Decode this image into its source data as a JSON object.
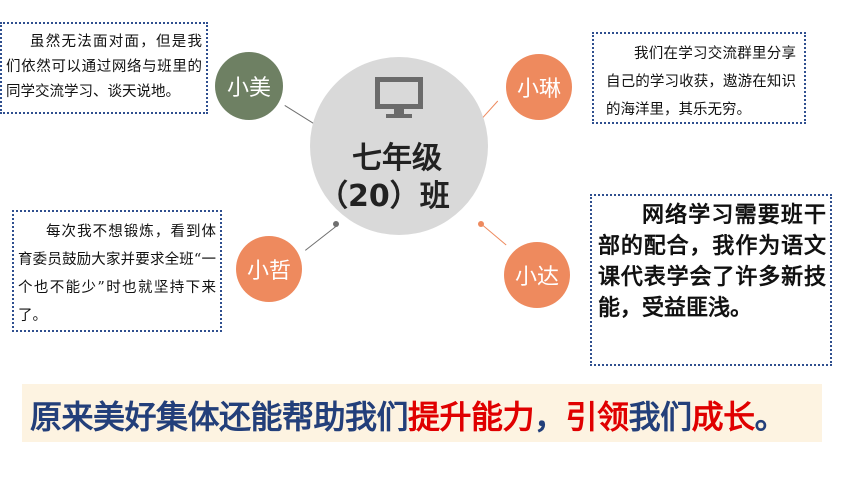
{
  "center": {
    "line1": "七年级",
    "line2": "（20）班",
    "icon": "monitor-icon"
  },
  "students": {
    "xiaomei": {
      "name": "小美",
      "color": "#6e8063",
      "text": "虽然无法面对面，但是我们依然可以通过网络与班里的同学交流学习、谈天说地。"
    },
    "xiaolin": {
      "name": "小琳",
      "color": "#ee8a5e",
      "text": "我们在学习交流群里分享自己的学习收获，遨游在知识的海洋里，其乐无穷。"
    },
    "xiaozhe": {
      "name": "小哲",
      "color": "#ee8a5e",
      "text": "每次我不想锻炼，看到体育委员鼓励大家并要求全班“一个也不能少”时也就坚持下来了。"
    },
    "xiaoda": {
      "name": "小达",
      "color": "#ee8a5e",
      "text": "网络学习需要班干部的配合，我作为语文课代表学会了许多新技能，受益匪浅。"
    }
  },
  "banner": {
    "part1": "原来美好集体还能帮助我们",
    "part2": "提升能力",
    "part3": "，",
    "part4": "引领",
    "part5": "我们",
    "part6": "成长",
    "part7": "。"
  },
  "colors": {
    "text_blue": "#233f7a",
    "highlight_red": "#e00000",
    "banner_bg": "#fdf3e1",
    "center_gray": "#d9d9d9"
  }
}
